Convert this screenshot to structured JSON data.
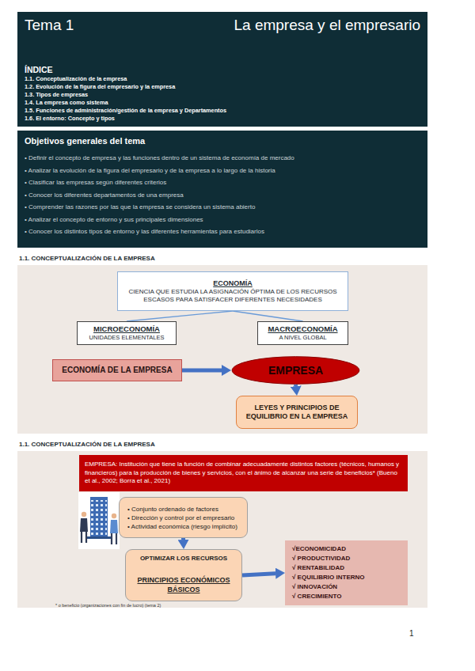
{
  "diagram": {
    "nodes": [
      {
        "text": [
          "Tema 1",
          "La empresa y el empresario",
          "ÍNDICE",
          "1.1. Conceptualización de la empresa",
          "1.2. Evolución de la figura del empresario y la empresa",
          "1.3. Tipos de empresas",
          "1.4. La empresa como sistema",
          "1.5. Funciones de administración/gestión de la empresa y Departamentos",
          "1.6. El entorno: Concepto y tipos"
        ]
      },
      {
        "text": [
          "Objetivos generales del tema",
          "• Definir el concepto de empresa y las funciones dentro de un sistema de economía de mercado",
          "• Analizar la evolución de la figura del empresario y de la empresa a lo largo de la historia",
          "• Clasificar las empresas según diferentes criterios",
          "• Conocer los diferentes departamentos de una empresa",
          "• Comprender las razones por las que la empresa se considera un sistema abierto",
          "• Analizar el concepto de entorno y sus principales dimensiones",
          "• Conocer los distintos tipos de entorno y las diferentes herramientas para estudiarlos"
        ]
      },
      {
        "text": [
          "1.1. CONCEPTUALIZACIÓN DE LA EMPRESA"
        ]
      },
      {
        "text": [
          "ECONOMÍA",
          "CIENCIA QUE ESTUDIA LA ASIGNACIÓN ÓPTIMA DE LOS RECURSOS ESCASOS PARA SATISFACER DIFERENTES NECESIDADES"
        ],
        "in": 2
      },
      {
        "text": [
          "MICROECONOMÍA",
          "UNIDADES ELEMENTALES"
        ],
        "in": 2
      },
      {
        "text": [
          "MACROECONOMÍA",
          "A NIVEL GLOBAL"
        ],
        "in": 2
      },
      {
        "text": [
          "ECONOMÍA DE LA EMPRESA"
        ],
        "in": 2
      },
      {
        "text": [
          "EMPRESA"
        ],
        "in": 2
      },
      {
        "text": [
          "LEYES Y PRINCIPIOS DE EQUILIBRIO EN LA EMPRESA"
        ],
        "in": 2
      },
      {
        "text": [
          "1.1. CONCEPTUALIZACIÓN DE LA EMPRESA"
        ]
      },
      {
        "text": [
          "EMPRESA: Institución que tiene la función de combinar adecuadamente distintos factores (técnicos, humanos y financieros) para la producción de bienes y servicios, con el ánimo de alcanzar una serie de beneficios* (Bueno et al., 2002; Borra et al., 2021)"
        ],
        "in": 9
      },
      {
        "text": [
          "• Conjunto ordenado de factores",
          "• Dirección y control por el empresario",
          "• Actividad económica (riesgo implícito)"
        ],
        "in": 9
      },
      {
        "text": [
          "OPTIMIZAR LOS RECURSOS",
          "PRINCIPIOS ECONÓMICOS BÁSICOS"
        ],
        "in": 9
      },
      {
        "text": [
          "√ECONOMICIDAD",
          "√ PRODUCTIVIDAD",
          "√ RENTABILIDAD",
          "√ EQUILIBRIO INTERNO",
          "√ INNOVACIÓN",
          "√ CRECIMIENTO"
        ],
        "in": 9
      }
    ],
    "edges": [
      {
        "from": 3,
        "to": 4,
        "arrow": "none"
      },
      {
        "from": 3,
        "to": 5,
        "arrow": "none"
      },
      {
        "from": 6,
        "to": 7,
        "arrow": "to"
      },
      {
        "from": 7,
        "to": 8,
        "arrow": "to"
      },
      {
        "from": 11,
        "to": 12,
        "arrow": "to"
      },
      {
        "from": 12,
        "to": 13,
        "arrow": "to"
      }
    ],
    "labels": [
      "* o beneficio (organizaciones con fin de lucro) (tema 2)",
      "1"
    ]
  }
}
